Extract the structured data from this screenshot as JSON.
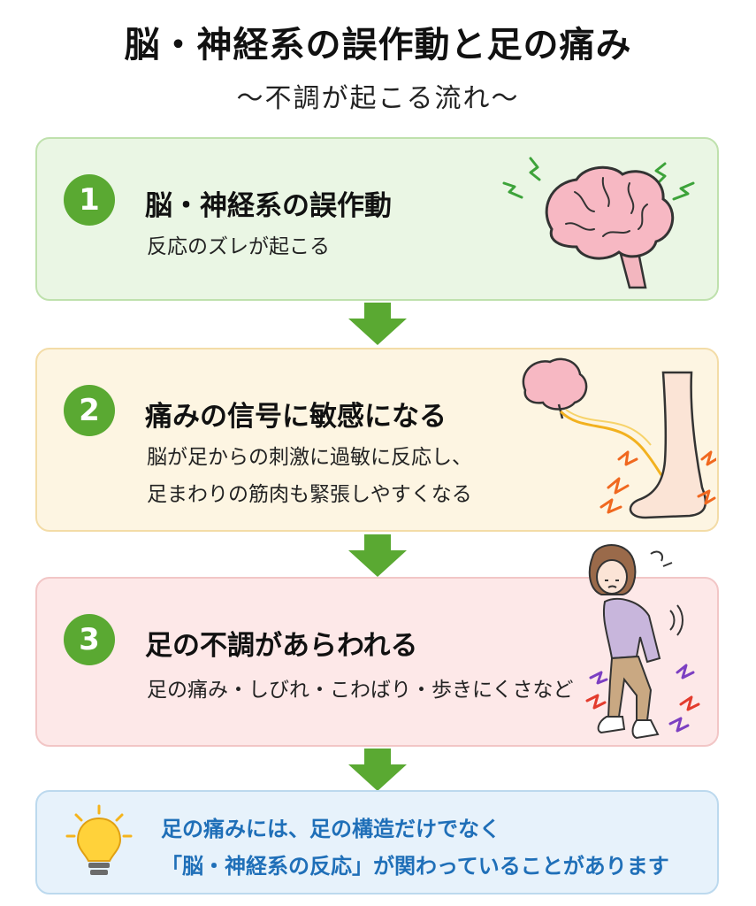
{
  "header": {
    "title": "脳・神経系の誤作動と足の痛み",
    "subtitle": "〜不調が起こる流れ〜"
  },
  "steps": [
    {
      "number": "1",
      "heading": "脳・神経系の誤作動",
      "lines": [
        "反応のズレが起こる"
      ]
    },
    {
      "number": "2",
      "heading": "痛みの信号に敏感になる",
      "lines": [
        "脳が足からの刺激に過敏に反応し、",
        "足まわりの筋肉も緊張しやすくなる"
      ]
    },
    {
      "number": "3",
      "heading": "足の不調があらわれる",
      "lines": [
        "足の痛み・しびれ・こわばり・歩きにくさなど"
      ]
    }
  ],
  "tip": {
    "lines": [
      "足の痛みには、足の構造だけでなく",
      "「脳・神経系の反応」が関わっていることがあります"
    ]
  },
  "colors": {
    "badge": "#5aa932",
    "arrow": "#5aa932",
    "tip_text": "#1f6fb8",
    "card1_bg": "#eaf6e4",
    "card2_bg": "#fdf5e2",
    "card3_bg": "#fde8e8",
    "card4_bg": "#e7f2fb"
  },
  "icons": {
    "step1": "brain-icon",
    "step2": "foot-pain-icon",
    "step3": "woman-leg-pain-icon",
    "tip": "lightbulb-icon",
    "arrow": "arrow-down-icon"
  }
}
